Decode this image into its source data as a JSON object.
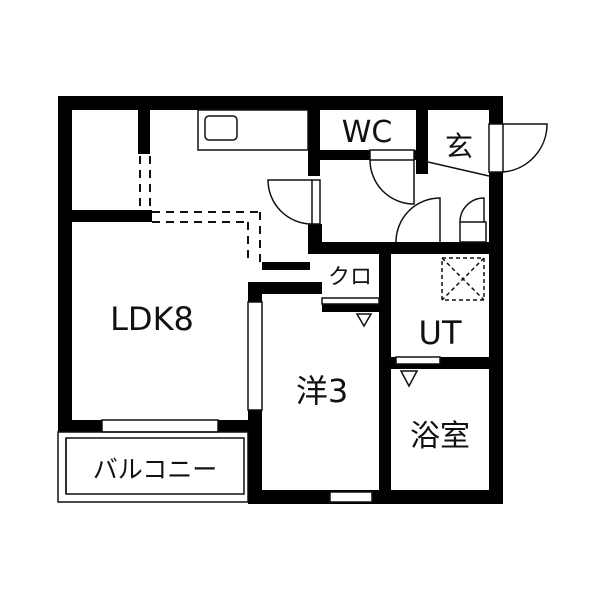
{
  "rooms": {
    "ldk": "LDK8",
    "western": "洋3",
    "wc": "WC",
    "entrance": "玄",
    "closet": "クロ",
    "utility": "UT",
    "bath": "浴室",
    "balcony": "バルコニー"
  },
  "colors": {
    "wall": "#000000",
    "line": "#111111",
    "background": "#ffffff"
  }
}
